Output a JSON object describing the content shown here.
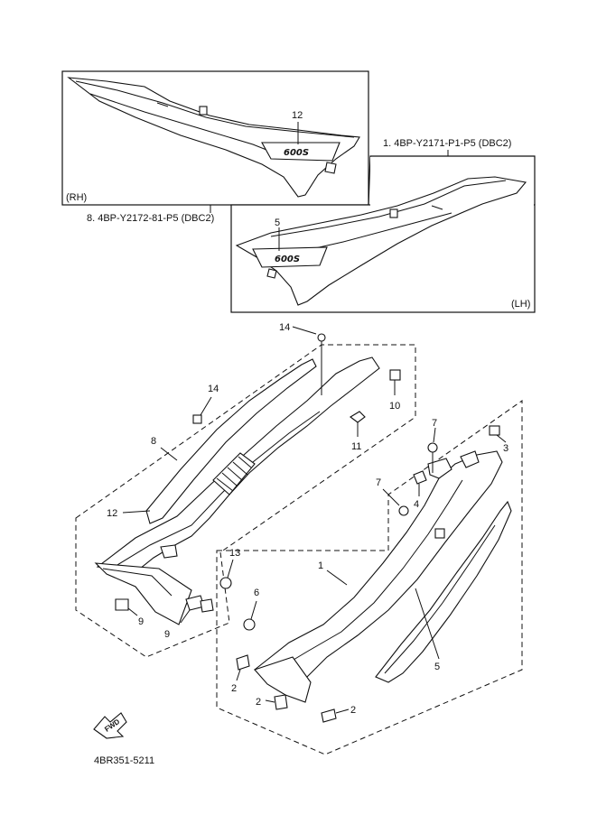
{
  "insets": {
    "rh": {
      "part_code": "8. 4BP-Y2172-81-P5 (DBC2)",
      "side_label": "(RH)",
      "callout": "12",
      "badge": "600S"
    },
    "lh": {
      "part_code": "1. 4BP-Y2171-P1-P5 (DBC2)",
      "side_label": "(LH)",
      "callout": "5",
      "badge": "600S"
    }
  },
  "callouts": {
    "c14_top": "14",
    "c14_left": "14",
    "c10": "10",
    "c11": "11",
    "c8": "8",
    "c12": "12",
    "c13": "13",
    "c9_a": "9",
    "c9_b": "9",
    "c7_top": "7",
    "c3": "3",
    "c7_mid": "7",
    "c4": "4",
    "c1": "1",
    "c6": "6",
    "c5": "5",
    "c2_a": "2",
    "c2_b": "2",
    "c2_c": "2"
  },
  "fwd_label": "FWD",
  "diagram_code": "4BR351-5211"
}
